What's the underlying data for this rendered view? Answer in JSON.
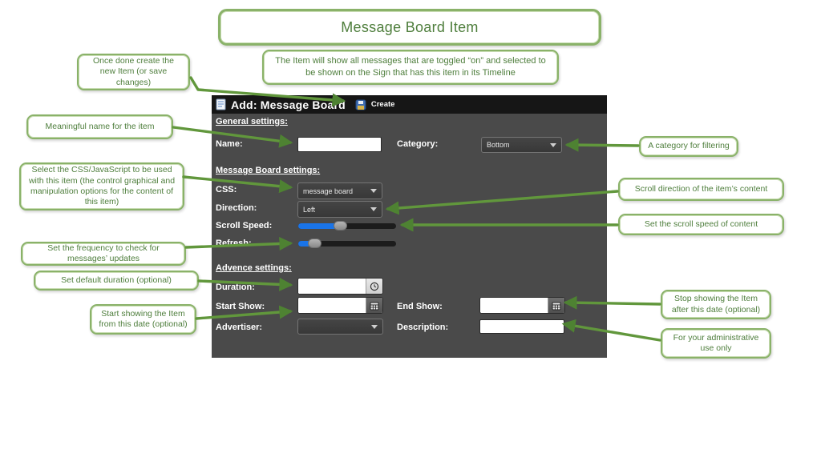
{
  "title": "Message Board Item",
  "subtitle": "The Item will show all messages that are toggled “on”  and selected to be shown on the Sign that has this item in its Timeline",
  "colors": {
    "annotation_green_text": "#4e7e3c",
    "annotation_green_border": "#8ab269",
    "arrow_green": "#5d9540",
    "panel_background": "#4a4a4a",
    "panel_header_background": "#161616",
    "slider_fill_blue": "#1a74e8"
  },
  "form": {
    "header": {
      "title": "Add: Message Board",
      "create_label": "Create"
    },
    "sections": {
      "general": "General settings:",
      "message_board": "Message Board settings:",
      "advance": "Advence settings:"
    },
    "fields": {
      "name": {
        "label": "Name:",
        "value": ""
      },
      "category": {
        "label": "Category:",
        "value": "Bottom"
      },
      "css": {
        "label": "CSS:",
        "value": "message board"
      },
      "direction": {
        "label": "Direction:",
        "value": "Left"
      },
      "scroll_speed": {
        "label": "Scroll Speed:",
        "value_pct": 43
      },
      "refresh": {
        "label": "Refresh:",
        "value_pct": 16
      },
      "duration": {
        "label": "Duration:",
        "value": ""
      },
      "start_show": {
        "label": "Start Show:",
        "value": ""
      },
      "end_show": {
        "label": "End Show:",
        "value": ""
      },
      "advertiser": {
        "label": "Advertiser:",
        "value": ""
      },
      "description": {
        "label": "Description:",
        "value": ""
      }
    }
  },
  "callouts": [
    {
      "id": "create",
      "text": "Once done create the new Item (or save changes)"
    },
    {
      "id": "name",
      "text": "Meaningful name for the item"
    },
    {
      "id": "css",
      "text": "Select the CSS/JavaScript to be used with this item (the control graphical and manipulation options for the content of this item)"
    },
    {
      "id": "refresh",
      "text": "Set the frequency to check for messages’ updates"
    },
    {
      "id": "duration",
      "text": "Set default duration (optional)"
    },
    {
      "id": "start_show",
      "text": "Start showing the Item from this date (optional)"
    },
    {
      "id": "category",
      "text": "A category for filtering"
    },
    {
      "id": "direction",
      "text": "Scroll direction of the item’s content"
    },
    {
      "id": "scroll_speed",
      "text": "Set the scroll speed of content"
    },
    {
      "id": "end_show",
      "text": "Stop showing the Item after this date (optional)"
    },
    {
      "id": "description",
      "text": "For your administrative use only"
    }
  ]
}
